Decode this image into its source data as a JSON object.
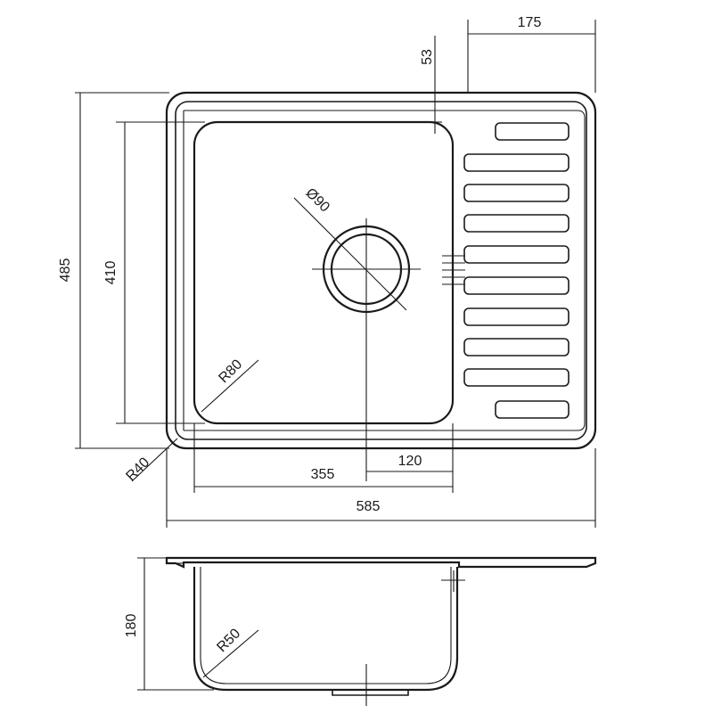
{
  "diagram": {
    "dimensions": {
      "total_width": "585",
      "total_height": "485",
      "bowl_width": "355",
      "bowl_height": "410",
      "drain_offset": "120",
      "drainer_width": "175",
      "bowl_top_offset": "53",
      "drain_diameter": "Ø90",
      "bowl_corner_radius": "R80",
      "outer_corner_radius": "R40",
      "depth": "180",
      "depth_corner_radius": "R50"
    }
  },
  "colors": {
    "line": "#1a1a1a",
    "background": "#ffffff"
  }
}
